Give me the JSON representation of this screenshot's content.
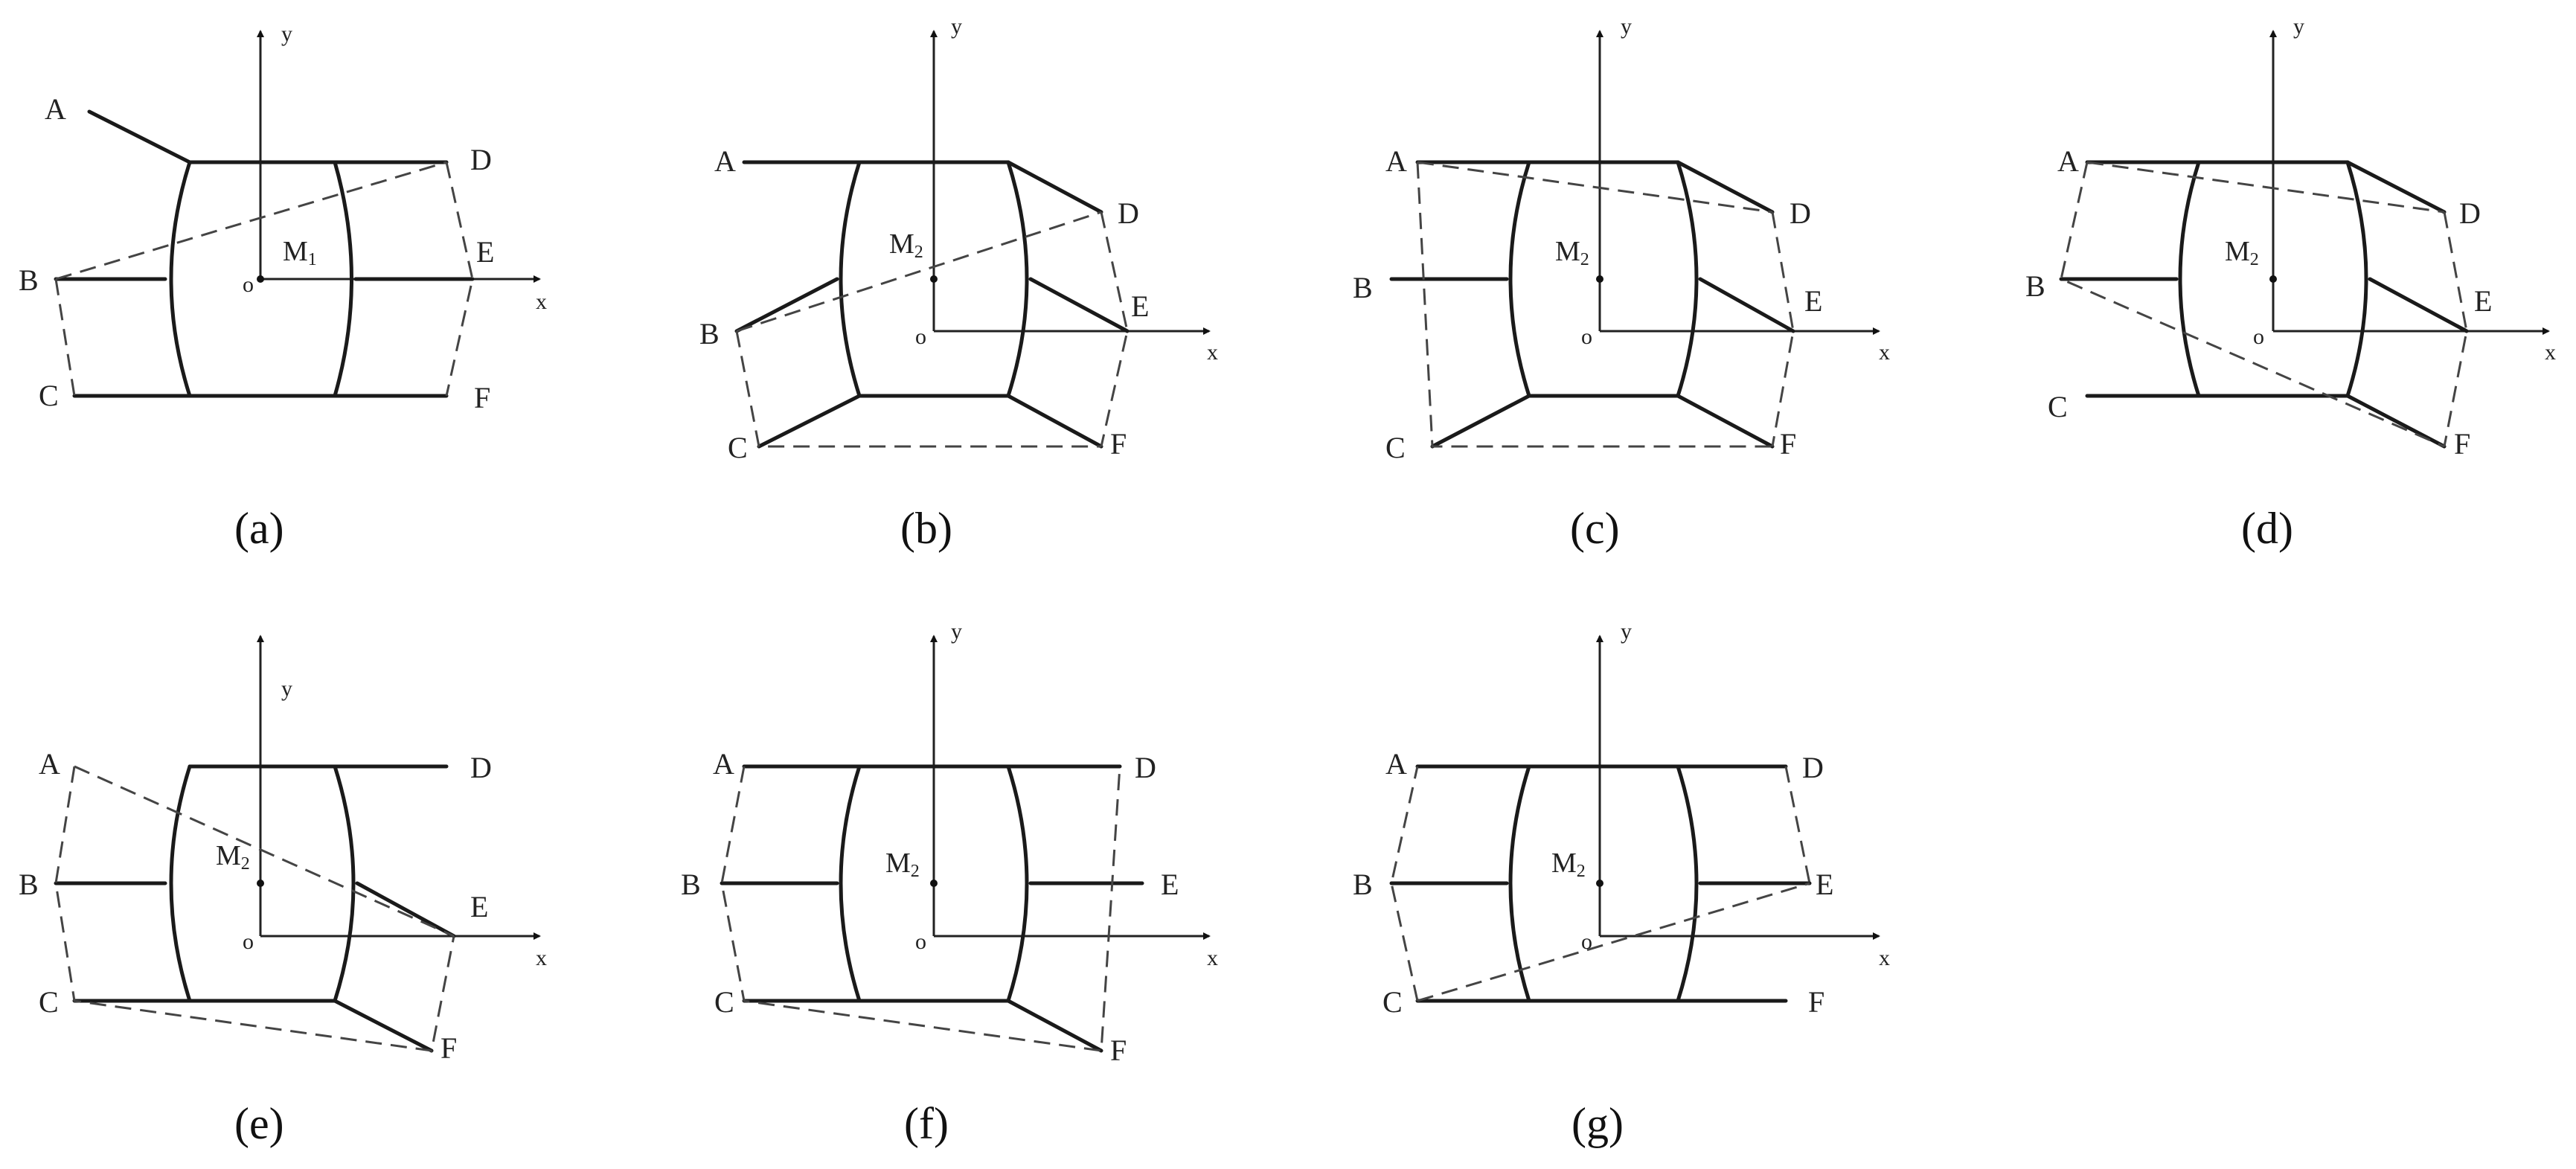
{
  "figure": {
    "axis_x_label": "x",
    "axis_y_label": "y",
    "origin_label": "o",
    "panels": [
      {
        "label": "(a)",
        "moment": "M",
        "moment_sub": "1",
        "points": [
          "A",
          "B",
          "C",
          "D",
          "E",
          "F"
        ]
      },
      {
        "label": "(b)",
        "moment": "M",
        "moment_sub": "2",
        "points": [
          "A",
          "B",
          "C",
          "D",
          "E",
          "F"
        ]
      },
      {
        "label": "(c)",
        "moment": "M",
        "moment_sub": "2",
        "points": [
          "A",
          "B",
          "C",
          "D",
          "E",
          "F"
        ]
      },
      {
        "label": "(d)",
        "moment": "M",
        "moment_sub": "2",
        "points": [
          "A",
          "B",
          "C",
          "D",
          "E",
          "F"
        ]
      },
      {
        "label": "(e)",
        "moment": "M",
        "moment_sub": "2",
        "points": [
          "A",
          "B",
          "C",
          "D",
          "E",
          "F"
        ]
      },
      {
        "label": "(f)",
        "moment": "M",
        "moment_sub": "2",
        "points": [
          "A",
          "B",
          "C",
          "D",
          "E",
          "F"
        ]
      },
      {
        "label": "(g)",
        "moment": "M",
        "moment_sub": "2",
        "points": [
          "A",
          "B",
          "C",
          "D",
          "E",
          "F"
        ]
      }
    ]
  }
}
